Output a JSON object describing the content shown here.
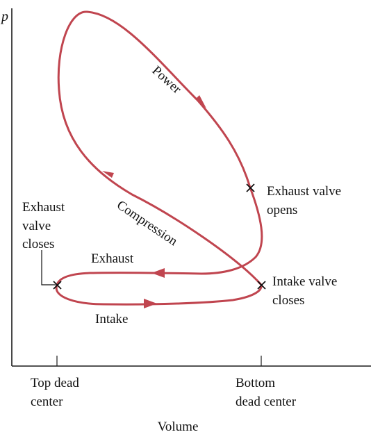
{
  "axes": {
    "y_label": "p",
    "x_label": "Volume",
    "x_ticks": [
      {
        "line1": "Top dead",
        "line2": "center"
      },
      {
        "line1": "Bottom",
        "line2": "dead center"
      }
    ]
  },
  "strokes": [
    "Power",
    "Compression",
    "Exhaust",
    "Intake"
  ],
  "events": {
    "exhaust_valve_opens": {
      "line1": "Exhaust valve",
      "line2": "opens"
    },
    "exhaust_valve_closes": {
      "line1": "Exhaust",
      "line2": "valve",
      "line3": "closes"
    },
    "intake_valve_closes": {
      "line1": "Intake valve",
      "line2": "closes"
    }
  },
  "colors": {
    "curve": "#c0454f",
    "axis": "#1a1a1a",
    "text": "#111111"
  }
}
